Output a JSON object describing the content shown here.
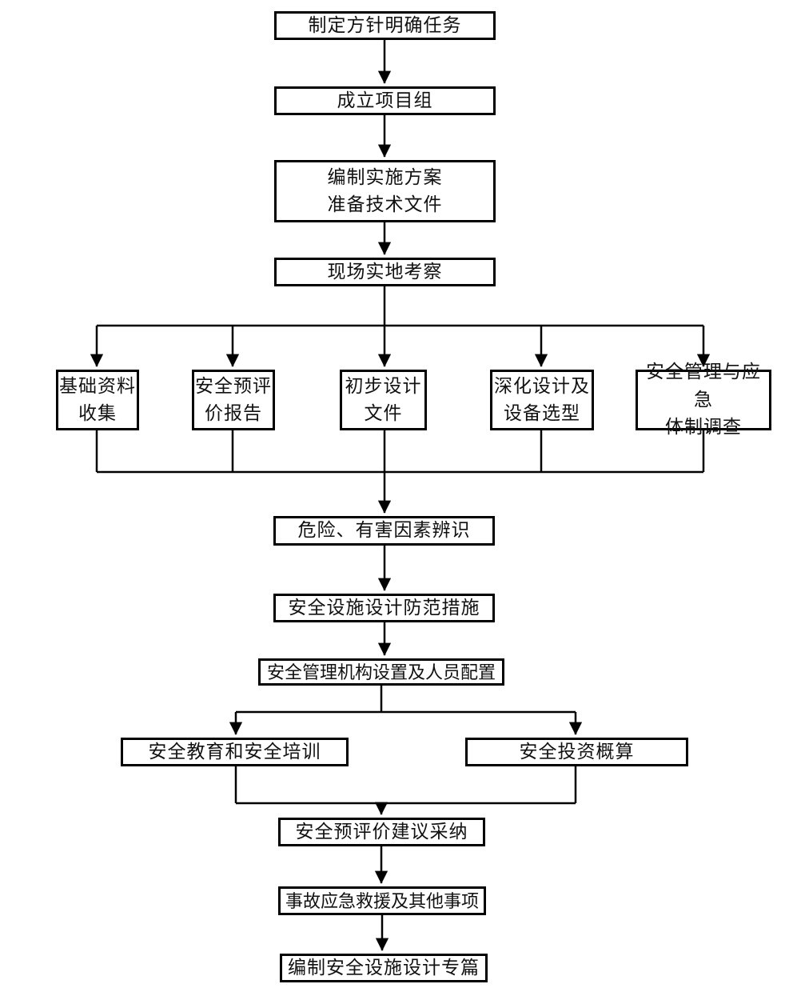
{
  "diagram": {
    "type": "flowchart",
    "background_color": "#ffffff",
    "line_color": "#000000",
    "text_color": "#111111",
    "nodes": {
      "define_policy": {
        "label": "制定方针明确任务"
      },
      "establish_team": {
        "label": "成立项目组"
      },
      "prepare_plan": {
        "label": "编制实施方案\n准备技术文件"
      },
      "site_visit": {
        "label": "现场实地考察"
      },
      "basic_data": {
        "label": "基础资料\n收集"
      },
      "pre_eval_report": {
        "label": "安全预评\n价报告"
      },
      "preliminary_design": {
        "label": "初步设计\n文件"
      },
      "detailed_design": {
        "label": "深化设计及\n设备选型"
      },
      "mgmt_emergency_survey": {
        "label": "安全管理与应急\n体制调查"
      },
      "hazard_identification": {
        "label": "危险、有害因素辨识"
      },
      "design_measures": {
        "label": "安全设施设计防范措施"
      },
      "org_staffing": {
        "label": "安全管理机构设置及人员配置"
      },
      "education_training": {
        "label": "安全教育和安全培训"
      },
      "investment_estimate": {
        "label": "安全投资概算"
      },
      "suggestion_adoption": {
        "label": "安全预评价建议采纳"
      },
      "emergency_rescue": {
        "label": "事故应急救援及其他事项"
      },
      "compile_chapter": {
        "label": "编制安全设施设计专篇"
      }
    },
    "edges": [
      {
        "from": "define_policy",
        "to": "establish_team"
      },
      {
        "from": "establish_team",
        "to": "prepare_plan"
      },
      {
        "from": "prepare_plan",
        "to": "site_visit"
      },
      {
        "from": "site_visit",
        "to": "basic_data"
      },
      {
        "from": "site_visit",
        "to": "pre_eval_report"
      },
      {
        "from": "site_visit",
        "to": "preliminary_design"
      },
      {
        "from": "site_visit",
        "to": "detailed_design"
      },
      {
        "from": "site_visit",
        "to": "mgmt_emergency_survey"
      },
      {
        "from": "basic_data",
        "to": "hazard_identification"
      },
      {
        "from": "pre_eval_report",
        "to": "hazard_identification"
      },
      {
        "from": "preliminary_design",
        "to": "hazard_identification"
      },
      {
        "from": "detailed_design",
        "to": "hazard_identification"
      },
      {
        "from": "mgmt_emergency_survey",
        "to": "hazard_identification"
      },
      {
        "from": "hazard_identification",
        "to": "design_measures"
      },
      {
        "from": "design_measures",
        "to": "org_staffing"
      },
      {
        "from": "org_staffing",
        "to": "education_training"
      },
      {
        "from": "org_staffing",
        "to": "investment_estimate"
      },
      {
        "from": "education_training",
        "to": "suggestion_adoption"
      },
      {
        "from": "investment_estimate",
        "to": "suggestion_adoption"
      },
      {
        "from": "suggestion_adoption",
        "to": "emergency_rescue"
      },
      {
        "from": "emergency_rescue",
        "to": "compile_chapter"
      }
    ]
  }
}
